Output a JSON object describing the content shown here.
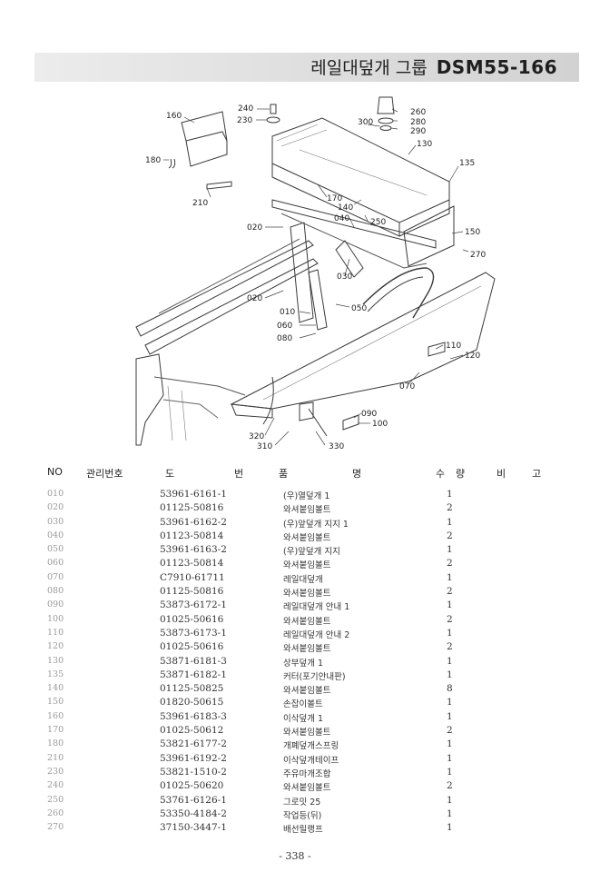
{
  "header": {
    "title": "레일대덮개 그룹",
    "code": "DSM55-166"
  },
  "diagram": {
    "callouts": [
      {
        "text": "240"
      },
      {
        "text": "230"
      },
      {
        "text": "160"
      },
      {
        "text": "180"
      },
      {
        "text": "210"
      },
      {
        "text": "260"
      },
      {
        "text": "280"
      },
      {
        "text": "290"
      },
      {
        "text": "300"
      },
      {
        "text": "130"
      },
      {
        "text": "135"
      },
      {
        "text": "170"
      },
      {
        "text": "140"
      },
      {
        "text": "250"
      },
      {
        "text": "040"
      },
      {
        "text": "020"
      },
      {
        "text": "150"
      },
      {
        "text": "270"
      },
      {
        "text": "030"
      },
      {
        "text": "020"
      },
      {
        "text": "050"
      },
      {
        "text": "010"
      },
      {
        "text": "060"
      },
      {
        "text": "080"
      },
      {
        "text": "110"
      },
      {
        "text": "120"
      },
      {
        "text": "070"
      },
      {
        "text": "090"
      },
      {
        "text": "100"
      },
      {
        "text": "320"
      },
      {
        "text": "310"
      },
      {
        "text": "330"
      }
    ]
  },
  "table": {
    "headers": {
      "no": "NO",
      "mgmt": "관리번호",
      "drawing": "도",
      "number": "번",
      "item": "품",
      "name": "명",
      "qty": "수",
      "qty2": "량",
      "remark": "비",
      "remark2": "고"
    },
    "rows": [
      {
        "no": "010",
        "part": "53961-6161-1",
        "name": "(우)열덮개 1",
        "qty": "1"
      },
      {
        "no": "020",
        "part": "01125-50816",
        "name": "와셔붙임볼트",
        "qty": "2"
      },
      {
        "no": "030",
        "part": "53961-6162-2",
        "name": "(우)앞덮개 지지 1",
        "qty": "1"
      },
      {
        "no": "040",
        "part": "01123-50814",
        "name": "와셔붙임볼트",
        "qty": "2"
      },
      {
        "no": "050",
        "part": "53961-6163-2",
        "name": "(우)앞덮개 지지",
        "qty": "1"
      },
      {
        "no": "060",
        "part": "01123-50814",
        "name": "와셔붙임볼트",
        "qty": "2"
      },
      {
        "no": "070",
        "part": "C7910-61711",
        "name": "레일대덮개",
        "qty": "1"
      },
      {
        "no": "080",
        "part": "01125-50816",
        "name": "와셔붙임볼트",
        "qty": "2"
      },
      {
        "no": "090",
        "part": "53873-6172-1",
        "name": "레일대덮개 안내 1",
        "qty": "1"
      },
      {
        "no": "100",
        "part": "01025-50616",
        "name": "와셔붙임볼트",
        "qty": "2"
      },
      {
        "no": "110",
        "part": "53873-6173-1",
        "name": "레일대덮개 안내 2",
        "qty": "1"
      },
      {
        "no": "120",
        "part": "01025-50616",
        "name": "와셔붙임볼트",
        "qty": "2"
      },
      {
        "no": "130",
        "part": "53871-6181-3",
        "name": "상부덮개 1",
        "qty": "1"
      },
      {
        "no": "135",
        "part": "53871-6182-1",
        "name": "커터(포기안내판)",
        "qty": "1"
      },
      {
        "no": "140",
        "part": "01125-50825",
        "name": "와셔붙임볼트",
        "qty": "8"
      },
      {
        "no": "150",
        "part": "01820-50615",
        "name": "손잡이볼트",
        "qty": "1"
      },
      {
        "no": "160",
        "part": "53961-6183-3",
        "name": "이삭덮개 1",
        "qty": "1"
      },
      {
        "no": "170",
        "part": "01025-50612",
        "name": "와셔붙임볼트",
        "qty": "2"
      },
      {
        "no": "180",
        "part": "53821-6177-2",
        "name": "개폐덮개스프링",
        "qty": "1"
      },
      {
        "no": "210",
        "part": "53961-6192-2",
        "name": "이삭덮개테이프",
        "qty": "1"
      },
      {
        "no": "230",
        "part": "53821-1510-2",
        "name": "주유마개조합",
        "qty": "1"
      },
      {
        "no": "240",
        "part": "01025-50620",
        "name": "와셔붙임볼트",
        "qty": "2"
      },
      {
        "no": "250",
        "part": "53761-6126-1",
        "name": "그로밋 25",
        "qty": "1"
      },
      {
        "no": "260",
        "part": "53350-4184-2",
        "name": "작업등(뒤)",
        "qty": "1"
      },
      {
        "no": "270",
        "part": "37150-3447-1",
        "name": "배선릴랭프",
        "qty": "1"
      }
    ]
  },
  "footer": {
    "page": "- 338 -"
  }
}
